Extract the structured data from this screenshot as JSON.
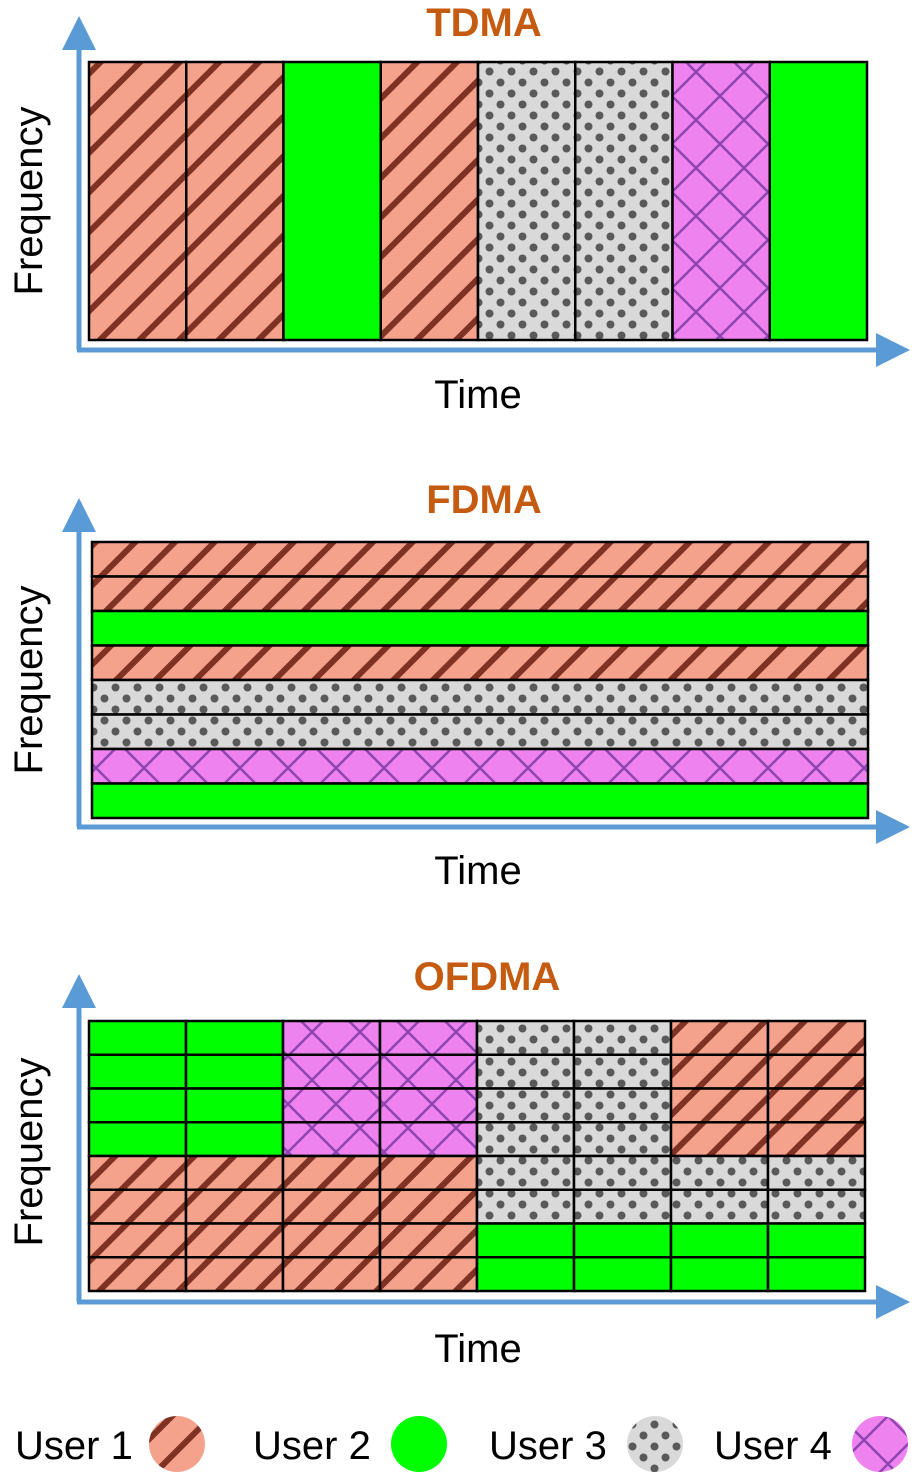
{
  "colors": {
    "axis": "#5b9bd5",
    "title": "#c55a11",
    "cell_border": "#000000"
  },
  "users": [
    {
      "id": "user1",
      "label": "User 1",
      "fill": "#f4a28c",
      "pattern": "diagonal-hatch",
      "pattern_color": "#6b1e10"
    },
    {
      "id": "user2",
      "label": "User 2",
      "fill": "#00ff00",
      "pattern": "solid",
      "pattern_color": "#00ff00"
    },
    {
      "id": "user3",
      "label": "User 3",
      "fill": "#d9d9d9",
      "pattern": "dots",
      "pattern_color": "#595959"
    },
    {
      "id": "user4",
      "label": "User 4",
      "fill": "#ee82ee",
      "pattern": "crosshatch",
      "pattern_color": "#7030a0"
    }
  ],
  "panels": [
    {
      "id": "tdma",
      "title": "TDMA",
      "xlabel": "Time",
      "ylabel": "Frequency",
      "cols": 8,
      "rows": 1,
      "cells": [
        [
          "user1",
          "user1",
          "user2",
          "user1",
          "user3",
          "user3",
          "user4",
          "user2"
        ]
      ]
    },
    {
      "id": "fdma",
      "title": "FDMA",
      "xlabel": "Time",
      "ylabel": "Frequency",
      "cols": 1,
      "rows": 8,
      "cells": [
        [
          "user1"
        ],
        [
          "user1"
        ],
        [
          "user2"
        ],
        [
          "user1"
        ],
        [
          "user3"
        ],
        [
          "user3"
        ],
        [
          "user4"
        ],
        [
          "user2"
        ]
      ]
    },
    {
      "id": "ofdma",
      "title": "OFDMA",
      "xlabel": "Time",
      "ylabel": "Frequency",
      "cols": 8,
      "rows": 8,
      "cells": [
        [
          "user2",
          "user2",
          "user4",
          "user4",
          "user3",
          "user3",
          "user1",
          "user1"
        ],
        [
          "user2",
          "user2",
          "user4",
          "user4",
          "user3",
          "user3",
          "user1",
          "user1"
        ],
        [
          "user2",
          "user2",
          "user4",
          "user4",
          "user3",
          "user3",
          "user1",
          "user1"
        ],
        [
          "user2",
          "user2",
          "user4",
          "user4",
          "user3",
          "user3",
          "user1",
          "user1"
        ],
        [
          "user1",
          "user1",
          "user1",
          "user1",
          "user3",
          "user3",
          "user3",
          "user3"
        ],
        [
          "user1",
          "user1",
          "user1",
          "user1",
          "user3",
          "user3",
          "user3",
          "user3"
        ],
        [
          "user1",
          "user1",
          "user1",
          "user1",
          "user2",
          "user2",
          "user2",
          "user2"
        ],
        [
          "user1",
          "user1",
          "user1",
          "user1",
          "user2",
          "user2",
          "user2",
          "user2"
        ]
      ]
    }
  ]
}
